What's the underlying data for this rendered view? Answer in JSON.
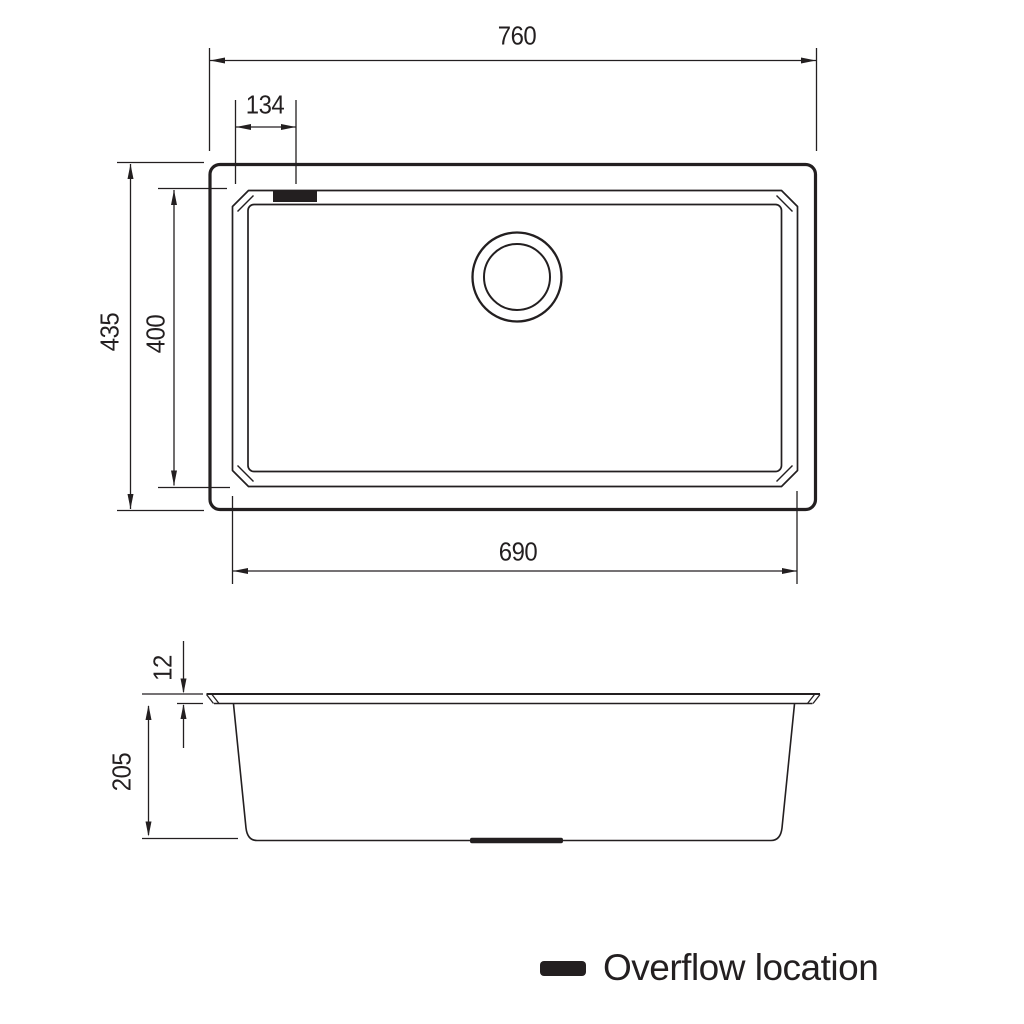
{
  "dimensions": {
    "top_view": {
      "overall_width": "760",
      "overflow_offset": "134",
      "overall_depth": "435",
      "bowl_inner_depth": "400",
      "bowl_inner_width": "690"
    },
    "side_view": {
      "rim_thickness": "12",
      "bowl_height": "205"
    }
  },
  "legend": {
    "label": "Overflow location",
    "swatch_color": "#231f20"
  },
  "colors": {
    "line": "#231f20",
    "background": "#ffffff",
    "overflow_marker": "#231f20"
  }
}
